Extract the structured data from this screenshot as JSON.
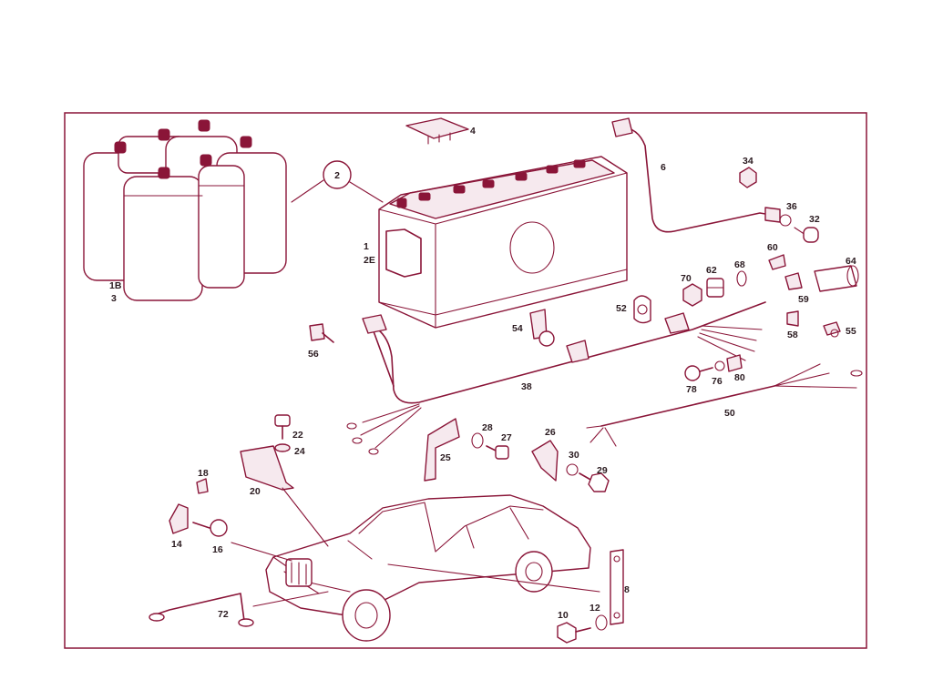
{
  "colors": {
    "line": "#8a1538",
    "background": "#ffffff",
    "label": "#2a1a1f"
  },
  "callout": "2",
  "labels": {
    "l1B": "1B",
    "l3": "3",
    "l4": "4",
    "l6": "6",
    "l1": "1",
    "l2E": "2E",
    "l34": "34",
    "l36": "36",
    "l32": "32",
    "l60": "60",
    "l64": "64",
    "l59": "59",
    "l70": "70",
    "l62": "62",
    "l68": "68",
    "l52": "52",
    "l54": "54",
    "l58": "58",
    "l55": "55",
    "l56": "56",
    "l38": "38",
    "l78": "78",
    "l76": "76",
    "l80": "80",
    "l50": "50",
    "l22": "22",
    "l24": "24",
    "l28": "28",
    "l27": "27",
    "l26": "26",
    "l25": "25",
    "l30": "30",
    "l29": "29",
    "l18": "18",
    "l20": "20",
    "l14": "14",
    "l16": "16",
    "l8": "8",
    "l72": "72",
    "l10": "10",
    "l12": "12"
  }
}
